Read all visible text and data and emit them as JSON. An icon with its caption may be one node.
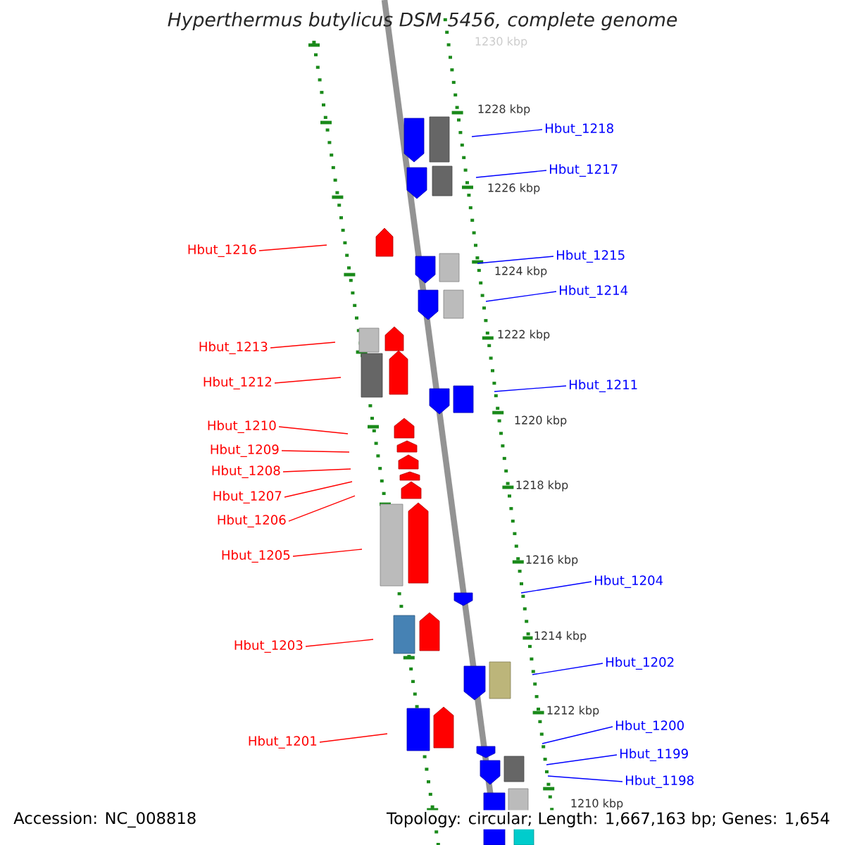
{
  "diagram": {
    "title": "Hyperthermus butylicus DSM 5456, complete genome",
    "nodes": [
      {
        "text": [
          "Hbut_1218"
        ]
      },
      {
        "text": [
          "Hbut_1217"
        ]
      },
      {
        "text": [
          "Hbut_1216"
        ]
      },
      {
        "text": [
          "Hbut_1215"
        ]
      },
      {
        "text": [
          "Hbut_1214"
        ]
      },
      {
        "text": [
          "Hbut_1213"
        ]
      },
      {
        "text": [
          "Hbut_1212"
        ]
      },
      {
        "text": [
          "Hbut_1211"
        ]
      },
      {
        "text": [
          "Hbut_1210"
        ]
      },
      {
        "text": [
          "Hbut_1209"
        ]
      },
      {
        "text": [
          "Hbut_1208"
        ]
      },
      {
        "text": [
          "Hbut_1207"
        ]
      },
      {
        "text": [
          "Hbut_1206"
        ]
      },
      {
        "text": [
          "Hbut_1205"
        ]
      },
      {
        "text": [
          "Hbut_1204"
        ]
      },
      {
        "text": [
          "Hbut_1203"
        ]
      },
      {
        "text": [
          "Hbut_1202"
        ]
      },
      {
        "text": [
          "Hbut_1201"
        ]
      },
      {
        "text": [
          "Hbut_1200"
        ]
      },
      {
        "text": [
          "Hbut_1199"
        ]
      },
      {
        "text": [
          "Hbut_1198"
        ]
      }
    ],
    "edges": [
      {
        "from": 0,
        "to": null,
        "arrow": "none",
        "color": "#0000ff"
      },
      {
        "from": 1,
        "to": null,
        "arrow": "none",
        "color": "#0000ff"
      },
      {
        "from": 2,
        "to": null,
        "arrow": "none"
      },
      {
        "from": 3,
        "to": null,
        "arrow": "none",
        "color": "#0000ff"
      },
      {
        "from": 4,
        "to": null,
        "arrow": "none",
        "color": "#0000ff"
      },
      {
        "from": 5,
        "to": null,
        "arrow": "none"
      },
      {
        "from": 6,
        "to": null,
        "arrow": "none"
      },
      {
        "from": 7,
        "to": null,
        "arrow": "none",
        "color": "#0000ff"
      },
      {
        "from": 8,
        "to": null,
        "arrow": "none"
      },
      {
        "from": 9,
        "to": null,
        "arrow": "none"
      },
      {
        "from": 10,
        "to": null,
        "arrow": "none"
      },
      {
        "from": 11,
        "to": null,
        "arrow": "none"
      },
      {
        "from": 12,
        "to": null,
        "arrow": "none"
      },
      {
        "from": 13,
        "to": null,
        "arrow": "none"
      },
      {
        "from": 14,
        "to": null,
        "arrow": "none",
        "color": "#0000ff"
      },
      {
        "from": 15,
        "to": null,
        "arrow": "none"
      },
      {
        "from": 16,
        "to": null,
        "arrow": "none",
        "color": "#0000ff"
      },
      {
        "from": 17,
        "to": null,
        "arrow": "none"
      },
      {
        "from": 18,
        "to": null,
        "arrow": "none",
        "color": "#0000ff"
      },
      {
        "from": 19,
        "to": null,
        "arrow": "none",
        "color": "#0000ff"
      },
      {
        "from": 20,
        "to": null,
        "arrow": "none",
        "color": "#0000ff"
      }
    ],
    "labels": [
      "1230 kbp",
      "1228 kbp",
      "1226 kbp",
      "1224 kbp",
      "1222 kbp",
      "1220 kbp",
      "1218 kbp",
      "1216 kbp",
      "1214 kbp",
      "1212 kbp",
      "1210 kbp",
      "Accession: NC_008818",
      "Topology: circular; Length: 1,667,163 bp; Genes: 1,654"
    ]
  }
}
